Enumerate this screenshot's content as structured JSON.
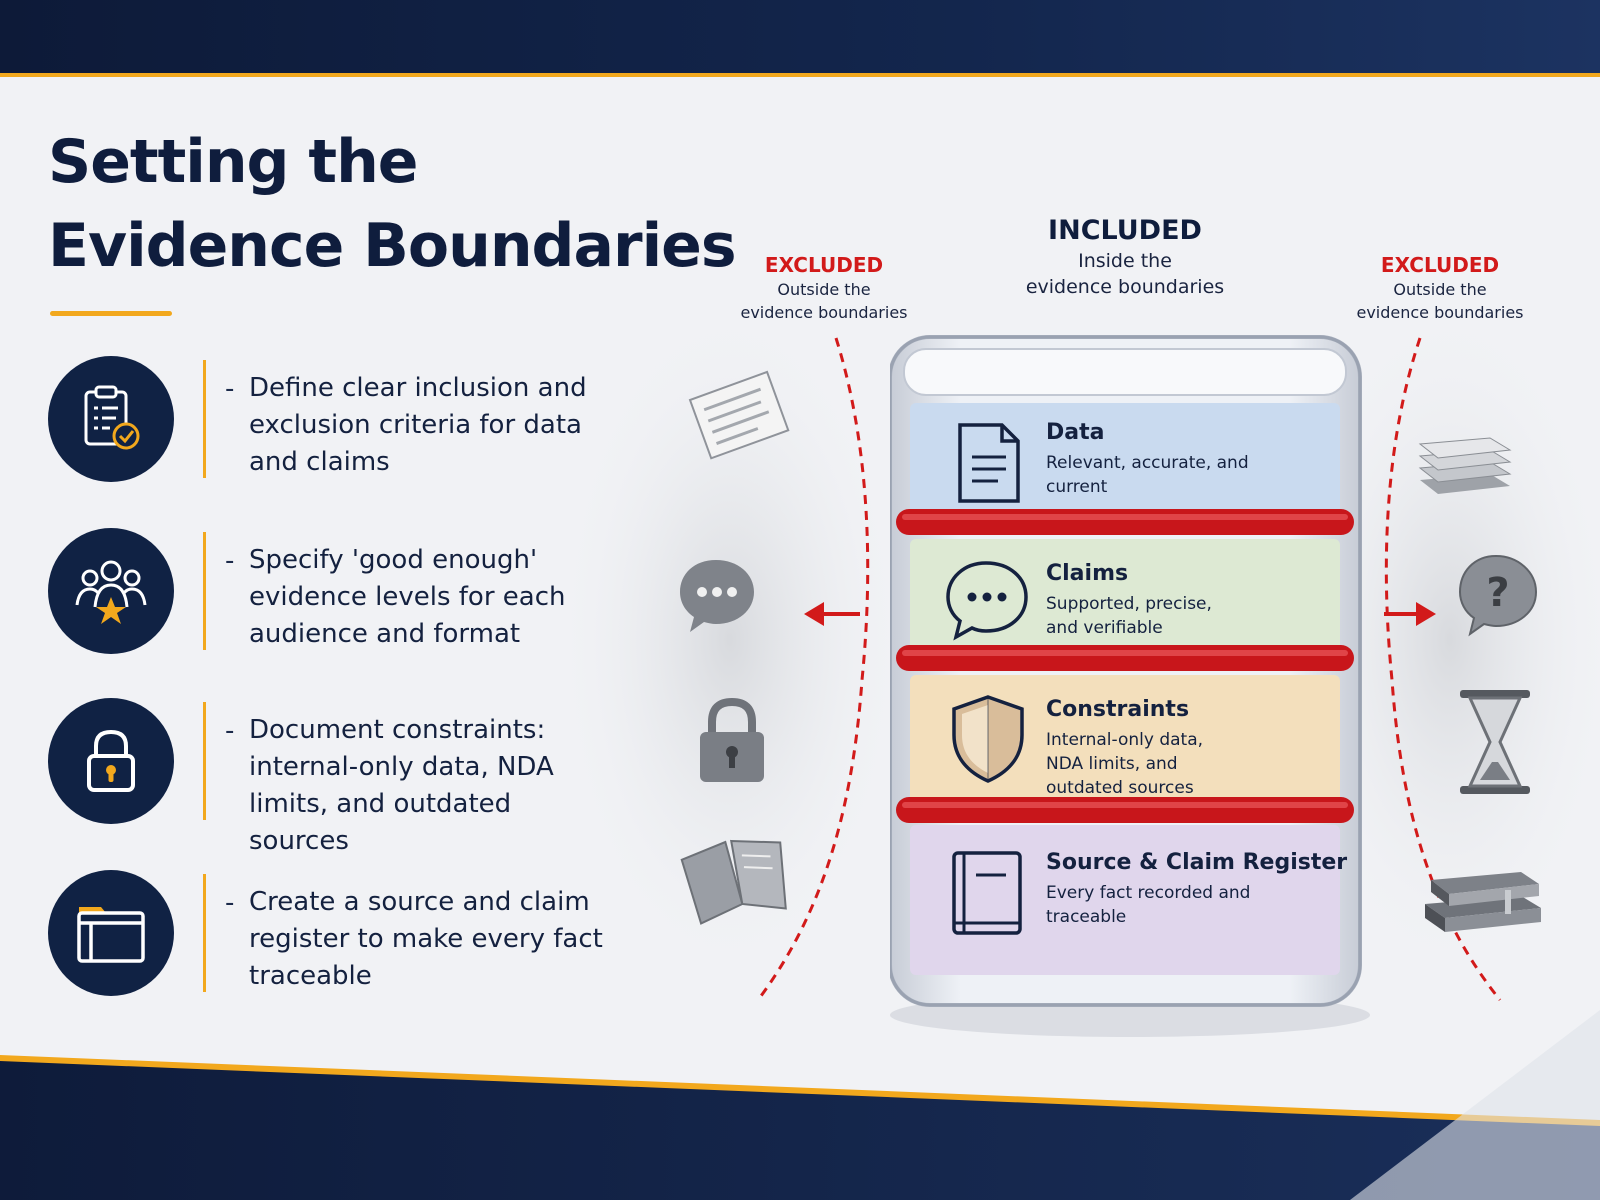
{
  "title": {
    "line1": "Setting the",
    "line2": "Evidence Boundaries"
  },
  "bullets": [
    {
      "text": "Define clear inclusion and exclusion criteria for data and claims",
      "icon": "clipboard-check-icon"
    },
    {
      "text": "Specify 'good enough' evidence levels for each audience and format",
      "icon": "audience-star-icon"
    },
    {
      "text": "Document constraints: internal-only data, NDA limits, and outdated sources",
      "icon": "padlock-icon"
    },
    {
      "text": "Create a source and claim register to make every fact traceable",
      "icon": "folder-icon"
    }
  ],
  "bullet_marker": "-",
  "included": {
    "heading": "INCLUDED",
    "line1": "Inside the",
    "line2": "evidence boundaries"
  },
  "excluded_left": {
    "heading": "EXCLUDED",
    "line1": "Outside the",
    "line2": "evidence boundaries"
  },
  "excluded_right": {
    "heading": "EXCLUDED",
    "line1": "Outside the",
    "line2": "evidence boundaries"
  },
  "layers": [
    {
      "title": "Data",
      "desc": "Relevant, accurate, and current",
      "icon": "document-icon",
      "color": "#c9daef"
    },
    {
      "title": "Claims",
      "desc": "Supported, precise, and verifiable",
      "icon": "speech-bubble-icon",
      "color": "#dde9d3"
    },
    {
      "title": "Constraints",
      "desc": "Internal-only data, NDA limits, and outdated sources",
      "icon": "shield-icon",
      "color": "#f3dfbc"
    },
    {
      "title": "Source & Claim Register",
      "desc": "Every fact recorded and traceable",
      "icon": "book-icon",
      "color": "#e0d6ec"
    }
  ],
  "excluded_items_left": [
    "paper-sheet-icon",
    "chat-bubble-icon",
    "padlock-icon",
    "open-book-icon"
  ],
  "excluded_items_right": [
    "paper-stack-icon",
    "question-bubble-icon",
    "hourglass-icon",
    "book-stack-icon"
  ],
  "colors": {
    "navy": "#0f1d3d",
    "accent_orange": "#f2a81d",
    "excluded_red": "#d21a1a",
    "rope_red": "#c8161b"
  }
}
